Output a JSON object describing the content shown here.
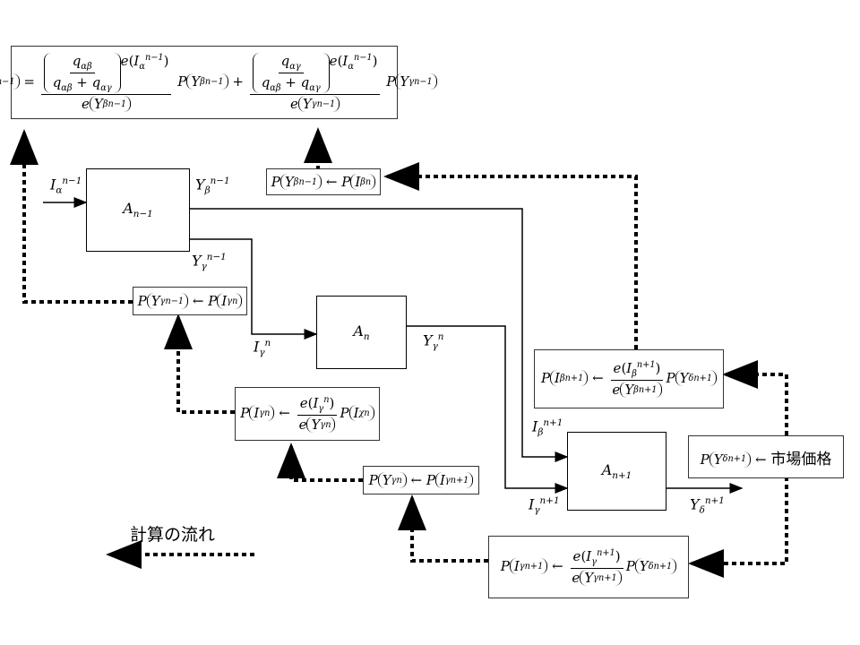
{
  "blocks": {
    "a_n_minus_1": {
      "base": "A",
      "sub": "n−1"
    },
    "a_n": {
      "base": "A",
      "sub": "n"
    },
    "a_n_plus_1": {
      "base": "A",
      "sub": "n+1"
    }
  },
  "labels": {
    "i_alpha_n_minus_1": {
      "base": "I",
      "sub": "α",
      "sup": "n−1"
    },
    "y_beta_n_minus_1": {
      "base": "Y",
      "sub": "β",
      "sup": "n−1"
    },
    "y_gamma_n_minus_1": {
      "base": "Y",
      "sub": "γ",
      "sup": "n−1"
    },
    "i_gamma_n": {
      "base": "I",
      "sub": "γ",
      "sup": "n"
    },
    "y_gamma_n": {
      "base": "Y",
      "sub": "γ",
      "sup": "n"
    },
    "i_beta_n_plus_1": {
      "base": "I",
      "sub": "β",
      "sup": "n+1"
    },
    "i_gamma_n_plus_1": {
      "base": "I",
      "sub": "γ",
      "sup": "n+1"
    },
    "y_delta_n_plus_1": {
      "base": "Y",
      "sub": "δ",
      "sup": "n+1"
    }
  },
  "text": {
    "market_price": "市場価格",
    "calc_flow": "計算の流れ",
    "arrow": "←",
    "equals": "=",
    "plus": "+"
  },
  "colors": {
    "line": "#000000",
    "box_border": "#333333"
  }
}
